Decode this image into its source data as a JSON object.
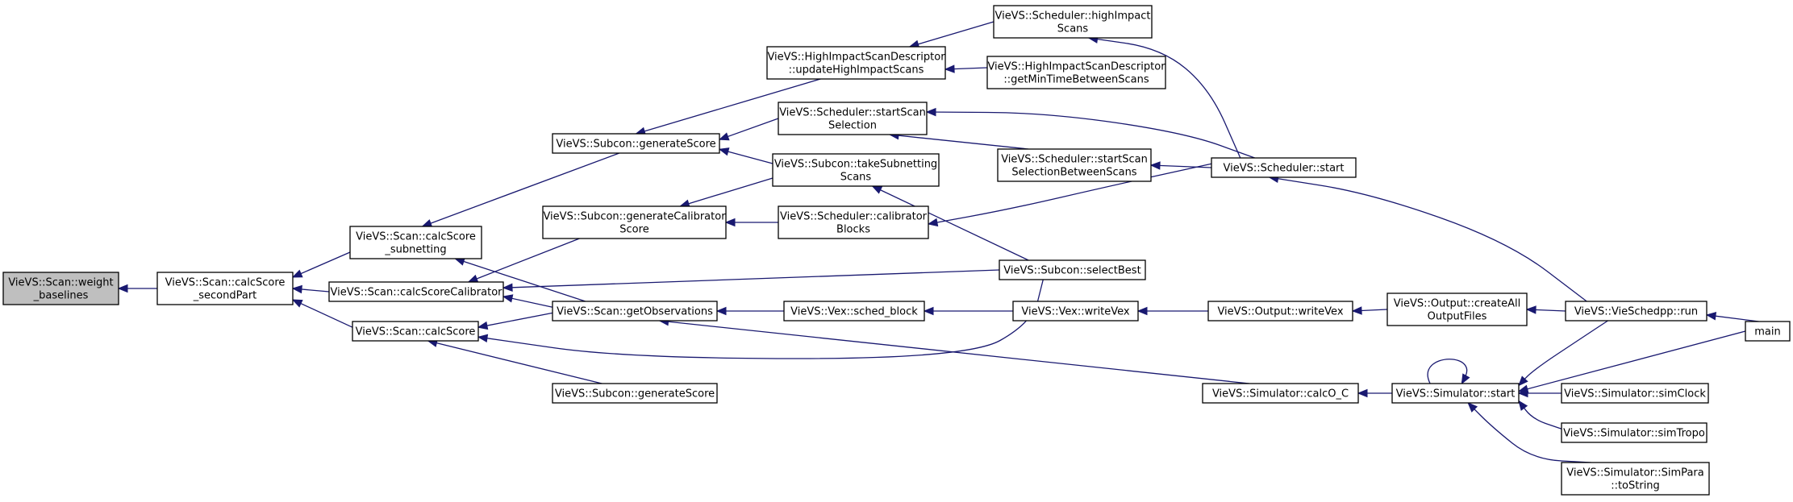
{
  "nodes": [
    {
      "id": "weight",
      "lines": [
        "VieVS::Scan::weight",
        "_baselines"
      ],
      "highlight": true
    },
    {
      "id": "secondPart",
      "lines": [
        "VieVS::Scan::calcScore",
        "_secondPart"
      ]
    },
    {
      "id": "subnetting",
      "lines": [
        "VieVS::Scan::calcScore",
        "_subnetting"
      ]
    },
    {
      "id": "calibrator",
      "lines": [
        "VieVS::Scan::calcScoreCalibrator"
      ]
    },
    {
      "id": "calcScore",
      "lines": [
        "VieVS::Scan::calcScore"
      ]
    },
    {
      "id": "genScore1",
      "lines": [
        "VieVS::Subcon::generateScore"
      ]
    },
    {
      "id": "genCalib",
      "lines": [
        "VieVS::Subcon::generateCalibrator",
        "Score"
      ]
    },
    {
      "id": "getObs",
      "lines": [
        "VieVS::Scan::getObservations"
      ]
    },
    {
      "id": "genScore2",
      "lines": [
        "VieVS::Subcon::generateScore"
      ]
    },
    {
      "id": "hisdUpdate",
      "lines": [
        "VieVS::HighImpactScanDescriptor",
        "::updateHighImpactScans"
      ]
    },
    {
      "id": "startScanSel",
      "lines": [
        "VieVS::Scheduler::startScan",
        "Selection"
      ]
    },
    {
      "id": "takeSub",
      "lines": [
        "VieVS::Subcon::takeSubnetting",
        "Scans"
      ]
    },
    {
      "id": "calibBlocks",
      "lines": [
        "VieVS::Scheduler::calibrator",
        "Blocks"
      ]
    },
    {
      "id": "schedBlock",
      "lines": [
        "VieVS::Vex::sched_block"
      ]
    },
    {
      "id": "highImpact",
      "lines": [
        "VieVS::Scheduler::highImpact",
        "Scans"
      ]
    },
    {
      "id": "hisdMin",
      "lines": [
        "VieVS::HighImpactScanDescriptor",
        "::getMinTimeBetweenScans"
      ]
    },
    {
      "id": "startSelBetween",
      "lines": [
        "VieVS::Scheduler::startScan",
        "SelectionBetweenScans"
      ]
    },
    {
      "id": "selectBest",
      "lines": [
        "VieVS::Subcon::selectBest"
      ]
    },
    {
      "id": "writeVexVex",
      "lines": [
        "VieVS::Vex::writeVex"
      ]
    },
    {
      "id": "schedStart",
      "lines": [
        "VieVS::Scheduler::start"
      ]
    },
    {
      "id": "outWriteVex",
      "lines": [
        "VieVS::Output::writeVex"
      ]
    },
    {
      "id": "calcOC",
      "lines": [
        "VieVS::Simulator::calcO_C"
      ]
    },
    {
      "id": "createAll",
      "lines": [
        "VieVS::Output::createAll",
        "OutputFiles"
      ]
    },
    {
      "id": "simStart",
      "lines": [
        "VieVS::Simulator::start"
      ]
    },
    {
      "id": "vieRun",
      "lines": [
        "VieVS::VieSchedpp::run"
      ]
    },
    {
      "id": "simClock",
      "lines": [
        "VieVS::Simulator::simClock"
      ]
    },
    {
      "id": "simTropo",
      "lines": [
        "VieVS::Simulator::simTropo"
      ]
    },
    {
      "id": "simPara",
      "lines": [
        "VieVS::Simulator::SimPara",
        "::toString"
      ]
    },
    {
      "id": "main",
      "lines": [
        "main"
      ]
    }
  ],
  "edges": [
    {
      "from": "secondPart",
      "to": "weight"
    },
    {
      "from": "subnetting",
      "to": "secondPart"
    },
    {
      "from": "calibrator",
      "to": "secondPart"
    },
    {
      "from": "calcScore",
      "to": "secondPart"
    },
    {
      "from": "genScore1",
      "to": "subnetting"
    },
    {
      "from": "getObs",
      "to": "subnetting"
    },
    {
      "from": "genCalib",
      "to": "calibrator"
    },
    {
      "from": "getObs",
      "to": "calibrator"
    },
    {
      "from": "selectBest",
      "to": "calibrator"
    },
    {
      "from": "getObs",
      "to": "calcScore"
    },
    {
      "from": "genScore2",
      "to": "calcScore"
    },
    {
      "from": "selectBest",
      "to": "calcScore"
    },
    {
      "from": "hisdUpdate",
      "to": "genScore1"
    },
    {
      "from": "startScanSel",
      "to": "genScore1"
    },
    {
      "from": "takeSub",
      "to": "genScore1"
    },
    {
      "from": "takeSub",
      "to": "genCalib"
    },
    {
      "from": "calibBlocks",
      "to": "genCalib"
    },
    {
      "from": "schedBlock",
      "to": "getObs"
    },
    {
      "from": "calcOC",
      "to": "getObs"
    },
    {
      "from": "highImpact",
      "to": "hisdUpdate"
    },
    {
      "from": "hisdMin",
      "to": "hisdUpdate"
    },
    {
      "from": "schedStart",
      "to": "startScanSel"
    },
    {
      "from": "startSelBetween",
      "to": "startScanSel"
    },
    {
      "from": "selectBest",
      "to": "takeSub"
    },
    {
      "from": "schedStart",
      "to": "calibBlocks"
    },
    {
      "from": "writeVexVex",
      "to": "schedBlock"
    },
    {
      "from": "schedStart",
      "to": "highImpact"
    },
    {
      "from": "schedStart",
      "to": "startSelBetween"
    },
    {
      "from": "outWriteVex",
      "to": "writeVexVex"
    },
    {
      "from": "vieRun",
      "to": "schedStart"
    },
    {
      "from": "createAll",
      "to": "outWriteVex"
    },
    {
      "from": "simStart",
      "to": "calcOC"
    },
    {
      "from": "vieRun",
      "to": "createAll"
    },
    {
      "from": "simStart",
      "to": "simStart"
    },
    {
      "from": "main",
      "to": "vieRun"
    },
    {
      "from": "vieRun",
      "to": "simStart"
    },
    {
      "from": "main",
      "to": "simStart"
    },
    {
      "from": "simClock",
      "to": "simStart"
    },
    {
      "from": "simTropo",
      "to": "simStart"
    },
    {
      "from": "simPara",
      "to": "simStart"
    }
  ]
}
